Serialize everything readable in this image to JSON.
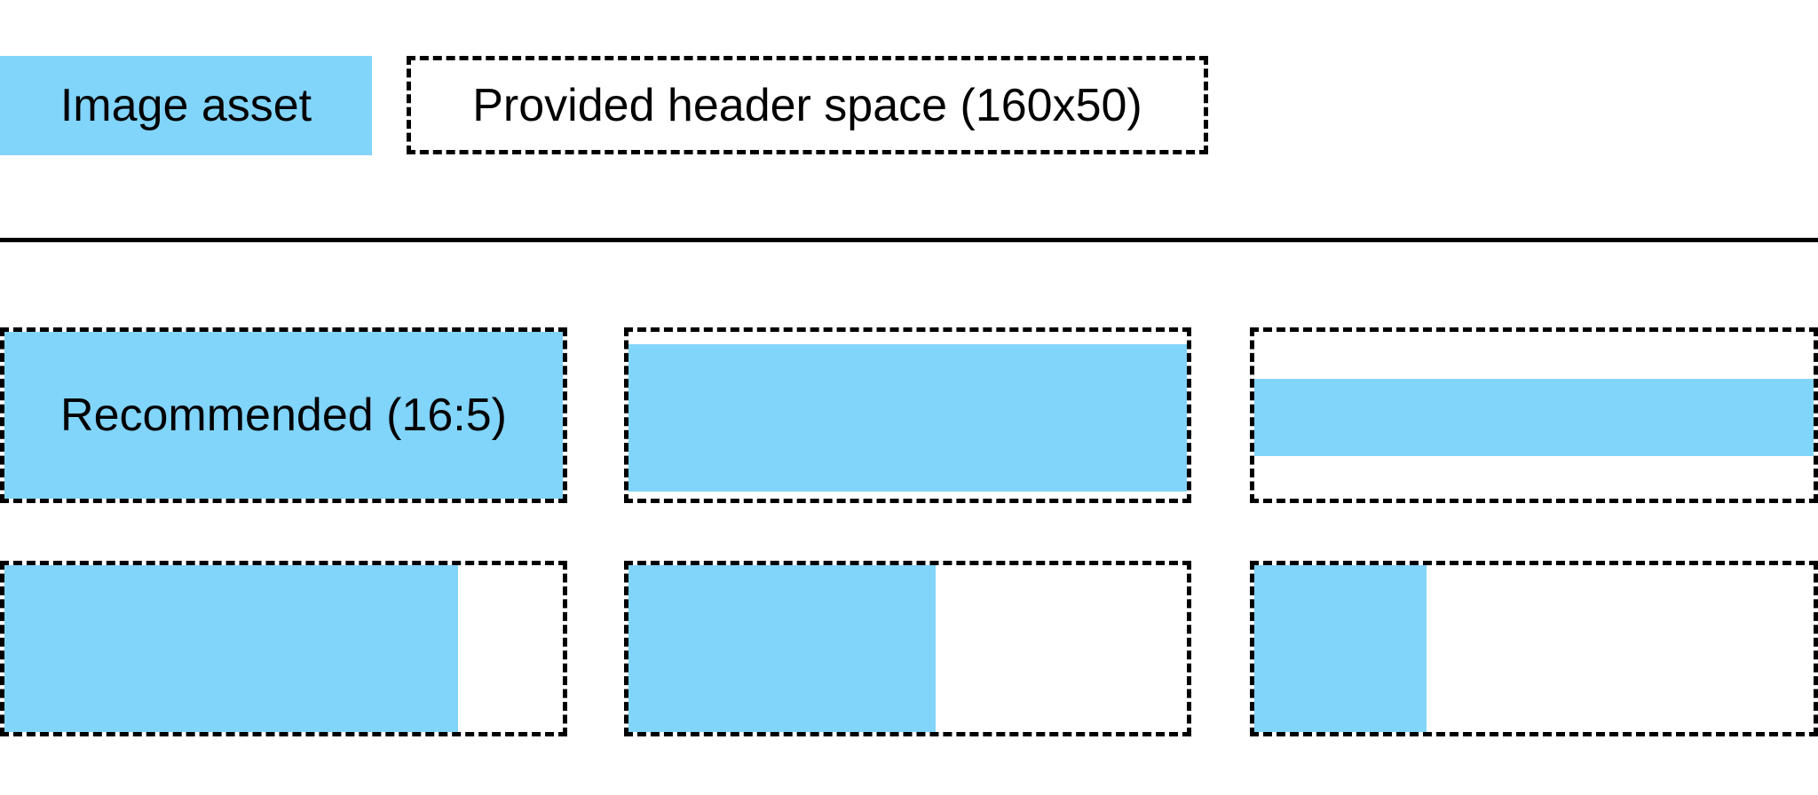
{
  "colors": {
    "asset_blue": "#81D4FA",
    "outline_black": "#000000",
    "background": "#FFFFFF"
  },
  "legend": {
    "image_asset": {
      "label": "Image asset"
    },
    "header_space": {
      "label": "Provided header space (160x50)"
    }
  },
  "examples": {
    "row1": [
      {
        "id": "recommended-16-5",
        "label": "Recommended (16:5)",
        "fill_style": "left:0;top:0;right:0;bottom:0"
      },
      {
        "id": "wider-than-16-5",
        "fill_style": "left:0;right:0;top:14px;bottom:8px"
      },
      {
        "id": "much-wider-than-16-5",
        "fill_style": "left:0;right:0;top:53px;bottom:48px"
      }
    ],
    "row2": [
      {
        "id": "taller-than-16-5-large",
        "fill_style": "left:0;top:0;bottom:0;width:511px"
      },
      {
        "id": "taller-than-16-5-medium",
        "fill_style": "left:0;top:0;bottom:0;width:346px"
      },
      {
        "id": "taller-than-16-5-small",
        "fill_style": "left:0;top:0;bottom:0;width:194px"
      }
    ]
  }
}
